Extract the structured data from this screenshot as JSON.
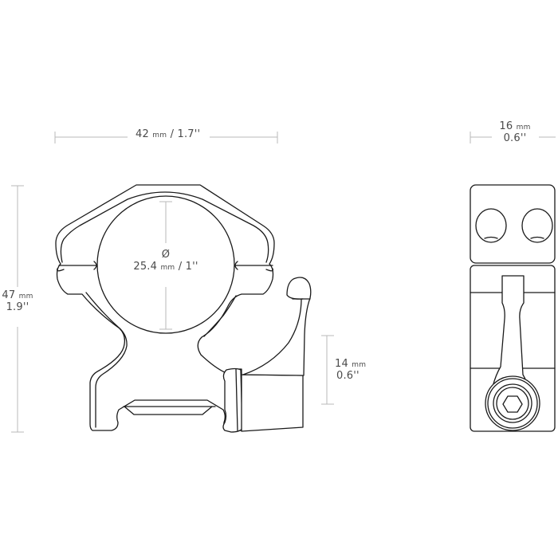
{
  "diagram": {
    "subject": "Scope mount ring with quick-release lever",
    "views": [
      "front-view",
      "side-view"
    ],
    "line_color": "#1a1a1a",
    "dimension_color": "#b8b8b8",
    "text_color": "#4a4a4a"
  },
  "dimensions": {
    "width": {
      "value": "42",
      "unit": "mm",
      "separator": " / ",
      "imperial": "1.7''"
    },
    "depth": {
      "value": "16",
      "unit": "mm",
      "imperial": "0.6''"
    },
    "height": {
      "value": "47",
      "unit": "mm",
      "imperial": "1.9''"
    },
    "tube_diameter": {
      "symbol": "Ø",
      "value": "25.4",
      "unit": "mm",
      "separator": " / ",
      "imperial": "1''"
    },
    "base_height": {
      "value": "14",
      "unit": "mm",
      "imperial": "0.6''"
    }
  }
}
